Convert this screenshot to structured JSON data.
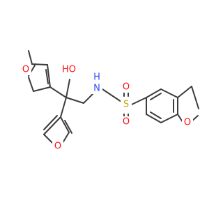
{
  "colors": {
    "bond": "#3c3c3c",
    "oxygen": "#ff0d0d",
    "nitrogen": "#3050f8",
    "sulfur": "#c9a400",
    "hydroxyl": "#666666",
    "background": "#ffffff"
  },
  "atoms": {
    "furan2_o": "O",
    "furan3_o": "O",
    "hydroxyl": "HO",
    "amine_h": "H",
    "amine_n": "N",
    "sulfur": "S",
    "sulfonyl_o_top": "O",
    "sulfonyl_o_bottom": "O",
    "dihydrofuran_o": "O"
  }
}
